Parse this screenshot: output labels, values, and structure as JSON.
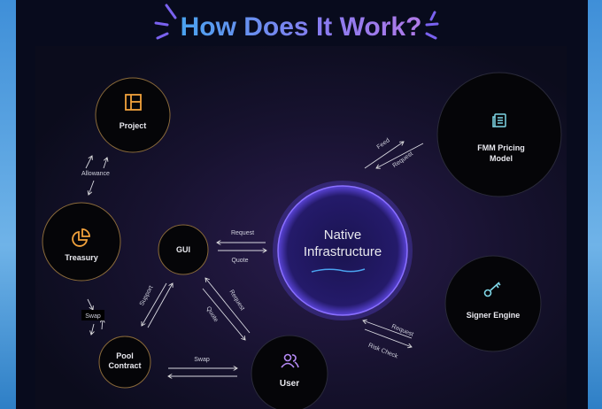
{
  "title": "How Does It Work?",
  "nodes": {
    "project": "Project",
    "treasury": "Treasury",
    "gui": "GUI",
    "pool_1": "Pool",
    "pool_2": "Contract",
    "user": "User",
    "native_1": "Native",
    "native_2": "Infrastructure",
    "fmm_1": "FMM Pricing",
    "fmm_2": "Model",
    "signer": "Signer Engine"
  },
  "edges": {
    "allowance": "Allowance",
    "swap_treasury": "Swap",
    "gui_request": "Request",
    "gui_quote": "Quote",
    "support": "Support",
    "user_request": "Request",
    "user_quote": "Quote",
    "pool_swap": "Swap",
    "feed": "Feed",
    "fmm_request": "Request",
    "signer_request": "Request",
    "risk_check": "Risk Check"
  },
  "colors": {
    "node_border": "#b08a4a",
    "icon_amber": "#f2a23c",
    "icon_teal": "#7fd6e6",
    "icon_purple": "#b58af5",
    "native_glow": "#7b5cf0"
  }
}
